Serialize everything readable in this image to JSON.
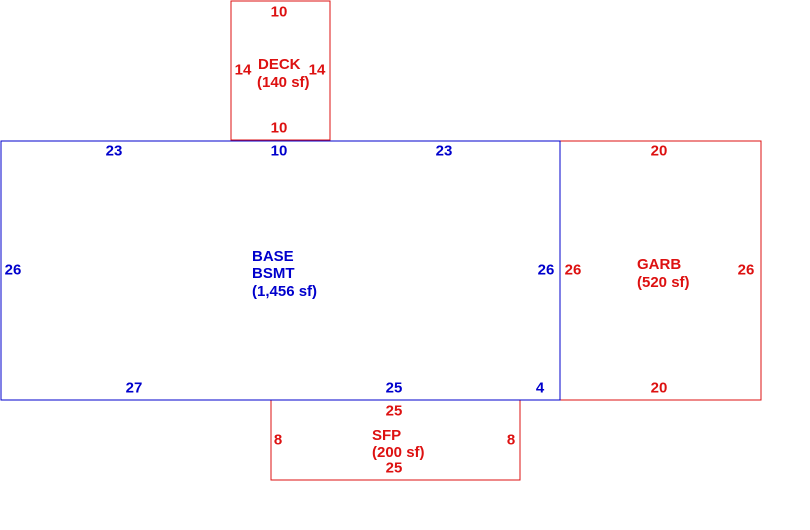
{
  "colors": {
    "base": "#0000cc",
    "other": "#dd1111"
  },
  "deck": {
    "top": "10",
    "bottom": "10",
    "left": "14",
    "right": "14",
    "name": "DECK",
    "area": "(140 sf)"
  },
  "base": {
    "top_left": "23",
    "top_mid": "10",
    "top_right": "23",
    "left": "26",
    "right": "26",
    "bottom_left": "27",
    "bottom_mid": "25",
    "bottom_right": "4",
    "name1": "BASE",
    "name2": "BSMT",
    "area": "(1,456 sf)"
  },
  "garb": {
    "top": "20",
    "bottom": "20",
    "left": "26",
    "right": "26",
    "name": "GARB",
    "area": "(520 sf)"
  },
  "sfp": {
    "top": "25",
    "bottom": "25",
    "left": "8",
    "right": "8",
    "name": "SFP",
    "area": "(200 sf)"
  }
}
